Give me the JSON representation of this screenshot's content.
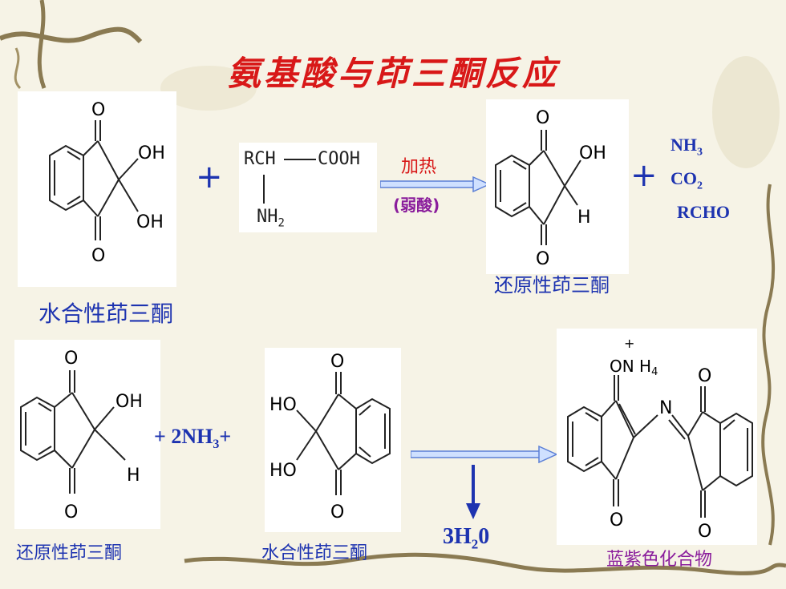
{
  "slide": {
    "title": "氨基酸与茚三酮反应",
    "row1": {
      "reactant1_label": "水合性茚三酮",
      "plus1": "+",
      "amino_acid": {
        "rch": "RCH",
        "cooh": "COOH",
        "nh2": "NH",
        "nh2_sub": "2"
      },
      "condition_top": "加热",
      "condition_bottom": "(弱酸)",
      "product_label": "还原性茚三酮",
      "plus2": "+",
      "byproducts": [
        {
          "main": "NH",
          "sub": "3"
        },
        {
          "main": "CO",
          "sub": "2"
        },
        {
          "main": "RCHO",
          "sub": ""
        }
      ]
    },
    "row2": {
      "reactant1_label": "还原性茚三酮",
      "reagent_prefix": "+ 2NH",
      "reagent_sub": "3",
      "reagent_suffix": "+",
      "reactant2_label": "水合性茚三酮",
      "water_main": "3H",
      "water_sub": "2",
      "water_end": "0",
      "product_label": "蓝紫色化合物",
      "product_atoms": {
        "ammonium": "ON H",
        "ammonium_sub": "4",
        "ammonium_charge": "+",
        "nitrogen": "N"
      }
    },
    "atoms": {
      "oxygen": "O",
      "hydroxyl": "OH",
      "hydroxyl_left": "HO",
      "hydrogen": "H"
    },
    "colors": {
      "title": "#d81818",
      "label_blue": "#1d33b0",
      "label_purple": "#8a1d9c",
      "arrow": "#5b7fd6"
    }
  }
}
